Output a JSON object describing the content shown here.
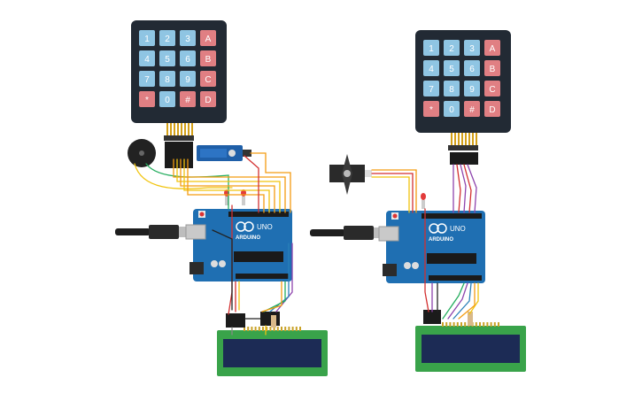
{
  "keypad": {
    "rows": [
      [
        "1",
        "2",
        "3",
        "A"
      ],
      [
        "4",
        "5",
        "6",
        "B"
      ],
      [
        "7",
        "8",
        "9",
        "C"
      ],
      [
        "*",
        "0",
        "#",
        "D"
      ]
    ],
    "colors": {
      "digit": "#8fc5e3",
      "letter": "#e07f83",
      "body": "#222a34"
    }
  },
  "arduino": {
    "model": "UNO",
    "brand": "ARDUINO",
    "board_color": "#1f6fb2"
  },
  "lcd": {
    "frame_color": "#39a34a",
    "screen_color": "#1c2b55"
  },
  "wire_colors": {
    "red": "#d32f2f",
    "orange": "#f39c12",
    "yellow": "#f1c40f",
    "green": "#27ae60",
    "blue": "#2980b9",
    "purple": "#8e44ad",
    "black": "#222222",
    "gray": "#888888"
  },
  "circuits": [
    {
      "name": "left-circuit",
      "components": [
        "keypad",
        "buzzer",
        "servo",
        "led",
        "usb-cable",
        "arduino-uno",
        "lcd-16x2"
      ]
    },
    {
      "name": "right-circuit",
      "components": [
        "keypad",
        "servo",
        "led",
        "usb-cable",
        "arduino-uno",
        "lcd-16x2"
      ]
    }
  ]
}
